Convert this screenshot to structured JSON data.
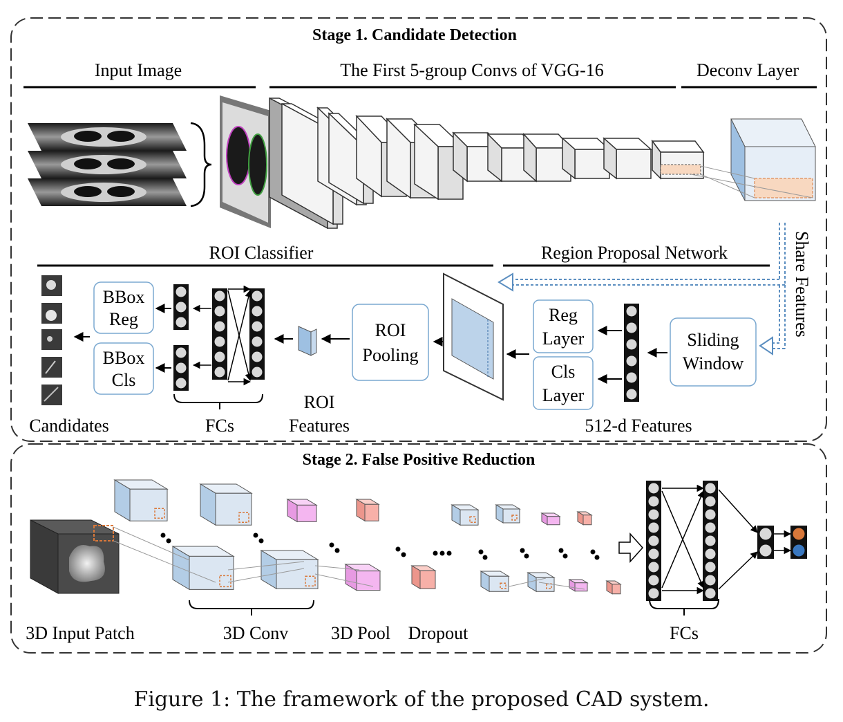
{
  "stage1": {
    "title": "Stage 1. Candidate Detection",
    "input_image": "Input Image",
    "vgg": "The First 5-group Convs of VGG-16",
    "deconv": "Deconv Layer",
    "share_features": "Share Features",
    "roi_classifier": "ROI Classifier",
    "rpn": "Region Proposal Network",
    "bbox_reg": [
      "BBox",
      "Reg"
    ],
    "bbox_cls": [
      "BBox",
      "Cls"
    ],
    "roi_pooling": [
      "ROI",
      "Pooling"
    ],
    "reg_layer": [
      "Reg",
      "Layer"
    ],
    "cls_layer": [
      "Cls",
      "Layer"
    ],
    "sliding_window": [
      "Sliding",
      "Window"
    ],
    "candidates": "Candidates",
    "fcs": "FCs",
    "roi_features": [
      "ROI",
      "Features"
    ],
    "features_512d": "512-d Features"
  },
  "stage2": {
    "title": "Stage 2. False Positive Reduction",
    "input_patch": "3D Input Patch",
    "conv": "3D Conv",
    "pool": "3D Pool",
    "dropout": "Dropout",
    "fcs": "FCs"
  },
  "caption": "Figure 1: The framework of the proposed CAD system.",
  "colors": {
    "blue_box": "#dbe6f2",
    "blue_edge": "#5b8ec0",
    "orange": "#d9783a",
    "pink": "#f4b6f0",
    "salmon": "#f7b0a8"
  }
}
